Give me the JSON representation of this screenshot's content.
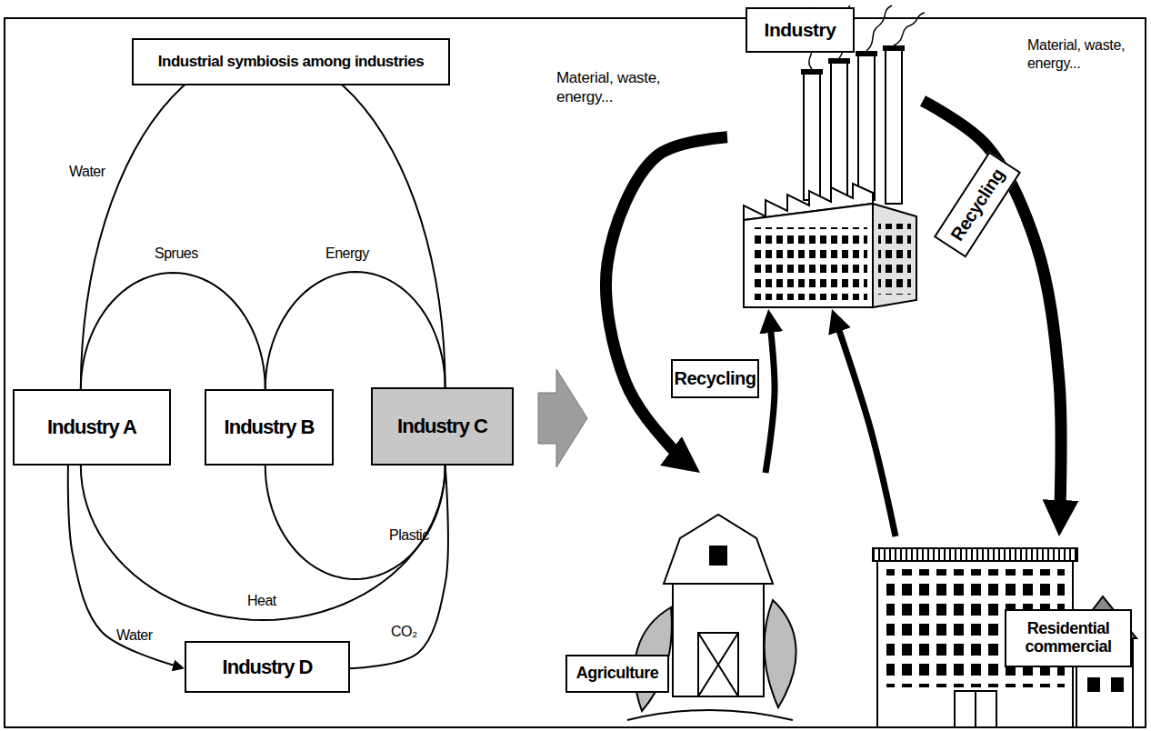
{
  "diagram": {
    "nodes": [
      {
        "text": [
          "Industrial symbiosis among industries"
        ]
      },
      {
        "text": [
          "Industry A"
        ]
      },
      {
        "text": [
          "Industry B"
        ]
      },
      {
        "text": [
          "Industry C"
        ]
      },
      {
        "text": [
          "Industry D"
        ]
      },
      {
        "text": [
          "Industry"
        ]
      },
      {
        "text": [
          "Recycling"
        ]
      },
      {
        "text": [
          "Recycling"
        ]
      },
      {
        "text": [
          "Agriculture"
        ]
      },
      {
        "text": [
          "Residential commercial"
        ]
      }
    ],
    "edges": [
      {
        "from": 1,
        "to": 3,
        "label": "Water",
        "arrow": "none"
      },
      {
        "from": 1,
        "to": 2,
        "label": "Sprues",
        "arrow": "none"
      },
      {
        "from": 2,
        "to": 3,
        "label": "Energy",
        "arrow": "none"
      },
      {
        "from": 2,
        "to": 3,
        "label": "Plastic",
        "arrow": "none"
      },
      {
        "from": 1,
        "to": 3,
        "label": "Heat",
        "arrow": "none"
      },
      {
        "from": 1,
        "to": 4,
        "label": "Water",
        "arrow": "to"
      },
      {
        "from": 4,
        "to": 3,
        "label": "CO₂",
        "arrow": "none"
      },
      {
        "from": 5,
        "to": 8,
        "arrow": "to"
      },
      {
        "from": 8,
        "to": 5,
        "arrow": "to"
      },
      {
        "from": 5,
        "to": 9,
        "arrow": "to"
      },
      {
        "from": 9,
        "to": 5,
        "arrow": "to"
      }
    ],
    "labels": [
      "Material, waste, energy...",
      "Material, waste, energy..."
    ]
  }
}
